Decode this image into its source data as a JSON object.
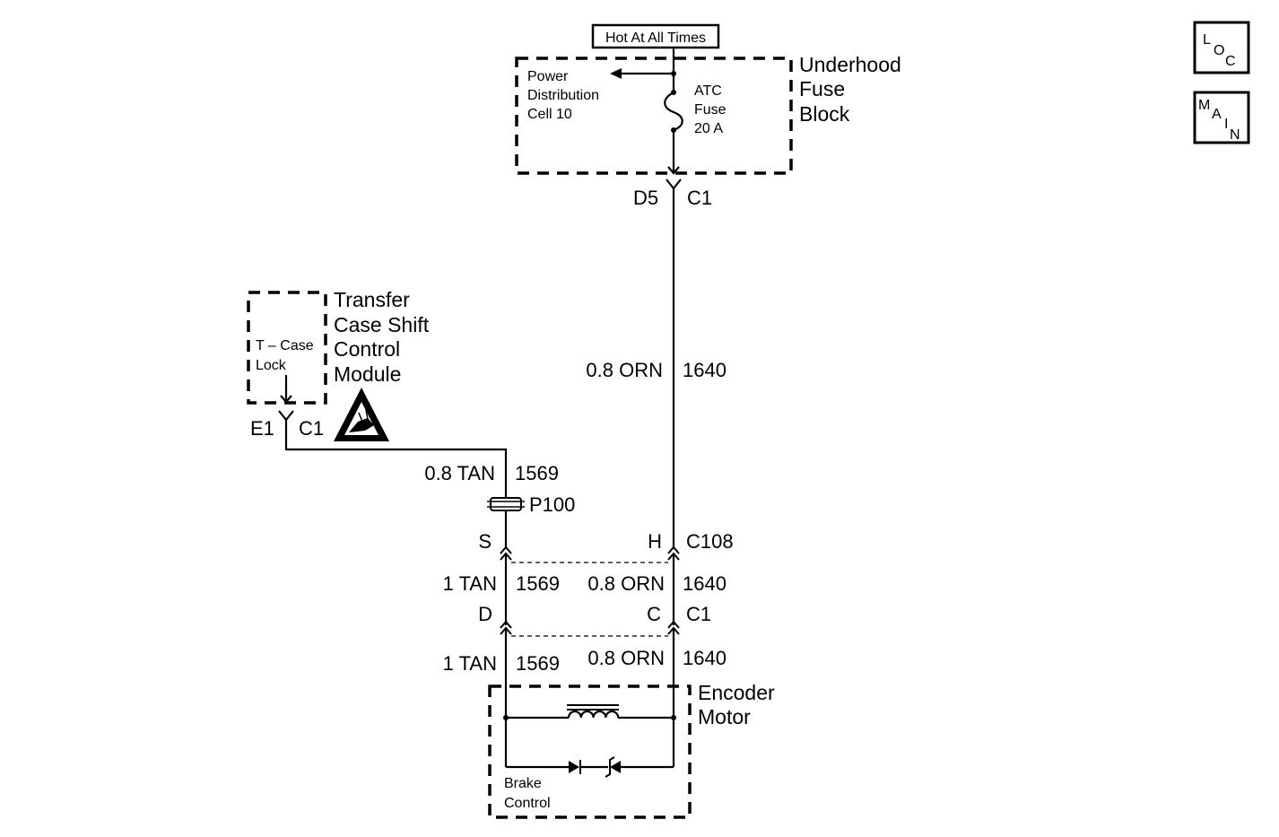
{
  "header": {
    "power_label": "Hot At All Times"
  },
  "nav": {
    "loc": {
      "l1": "L",
      "l2": "O",
      "l3": "C"
    },
    "main": {
      "l1": "M",
      "l2": "A",
      "l3": "I",
      "l4": "N"
    }
  },
  "fuse_block": {
    "title_line1": "Underhood",
    "title_line2": "Fuse",
    "title_line3": "Block",
    "distribution_line1": "Power",
    "distribution_line2": "Distribution",
    "distribution_line3": "Cell 10",
    "fuse_line1": "ATC",
    "fuse_line2": "Fuse",
    "fuse_line3": "20 A",
    "pin": "D5",
    "connector": "C1"
  },
  "module": {
    "title_line1": "Transfer",
    "title_line2": "Case Shift",
    "title_line3": "Control",
    "title_line4": "Module",
    "input_line1": "T – Case",
    "input_line2": "Lock",
    "pin": "E1",
    "connector": "C1"
  },
  "wires": {
    "orn_main": {
      "gauge_color": "0.8 ORN",
      "circuit": "1640"
    },
    "tan_main": {
      "gauge_color": "0.8 TAN",
      "circuit": "1569"
    },
    "splice": "P100",
    "tan_mid": {
      "gauge_color": "1 TAN",
      "circuit": "1569"
    },
    "orn_mid": {
      "gauge_color": "0.8 ORN",
      "circuit": "1640"
    },
    "tan_low": {
      "gauge_color": "1 TAN",
      "circuit": "1569"
    },
    "orn_low": {
      "gauge_color": "0.8 ORN",
      "circuit": "1640"
    }
  },
  "connectors": {
    "c108": {
      "pin_left": "S",
      "pin_right": "H",
      "name": "C108"
    },
    "c1": {
      "pin_left": "D",
      "pin_right": "C",
      "name": "C1"
    }
  },
  "motor": {
    "title_line1": "Encoder",
    "title_line2": "Motor",
    "brake_line1": "Brake",
    "brake_line2": "Control"
  }
}
